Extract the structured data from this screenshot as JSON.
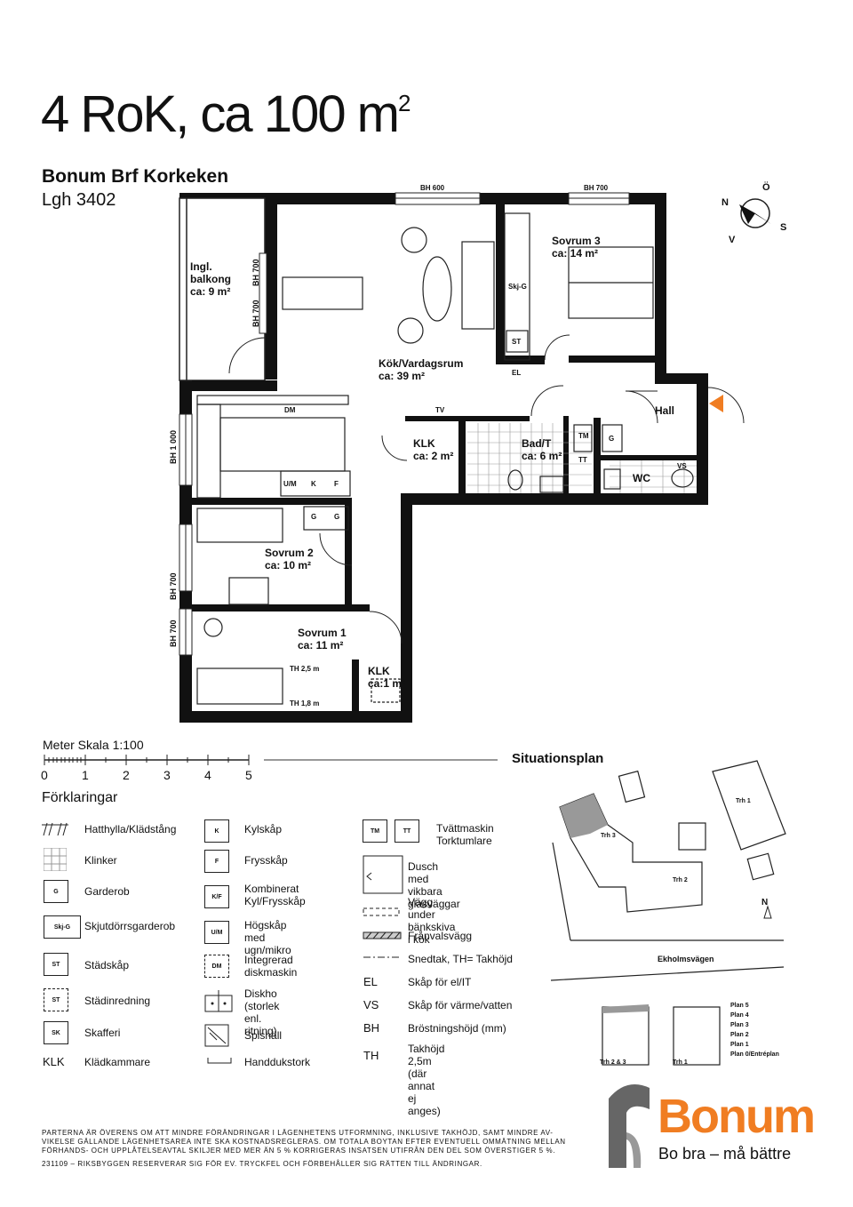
{
  "header": {
    "title_main": "4 RoK, ca 100 m",
    "title_sup": "2",
    "project": "Bonum Brf Korkeken",
    "apartment": "Lgh 3402"
  },
  "plan": {
    "rooms": {
      "balcony_1": "Ingl.",
      "balcony_2": "balkong",
      "balcony_3": "ca: 9 m²",
      "kitchen_1": "Kök/Vardagsrum",
      "kitchen_2": "ca: 39 m²",
      "bed3_1": "Sovrum 3",
      "bed3_2": "ca: 14 m²",
      "hall": "Hall",
      "klk_big_1": "KLK",
      "klk_big_2": "ca: 2 m²",
      "bath_1": "Bad/T",
      "bath_2": "ca: 6 m²",
      "wc": "WC",
      "bed2_1": "Sovrum 2",
      "bed2_2": "ca: 10 m²",
      "bed1_1": "Sovrum 1",
      "bed1_2": "ca: 11 m²",
      "klk_small_1": "KLK",
      "klk_small_2": "ca:1 m²"
    },
    "labels": {
      "bh600": "BH 600",
      "bh700_top": "BH 700",
      "bh700_bal_a": "BH 700",
      "bh700_bal_b": "BH 700",
      "bh1000": "BH 1 000",
      "bh700_bed2": "BH 700",
      "bh700_bed1": "BH 700",
      "skj_g": "Skj-G",
      "st": "ST",
      "el": "EL",
      "tv": "TV",
      "dm": "DM",
      "um": "U/M",
      "k": "K",
      "f": "F",
      "g1": "G",
      "g2": "G",
      "g_bath": "G",
      "tm": "TM",
      "tt": "TT",
      "vs": "VS",
      "th25": "TH 2,5 m",
      "th18": "TH 1,8 m"
    },
    "compass": {
      "n": "N",
      "o": "Ö",
      "s": "S",
      "v": "V"
    }
  },
  "scale": {
    "label": "Meter   Skala 1:100",
    "ticks": [
      "0",
      "1",
      "2",
      "3",
      "4",
      "5"
    ]
  },
  "situation": {
    "title": "Situationsplan",
    "street": "Ekholmsvägen",
    "trh1": "Trh 1",
    "trh2": "Trh 2",
    "trh3": "Trh 3",
    "north": "N",
    "section_labels": [
      "Plan 5",
      "Plan 4",
      "Plan 3",
      "Plan 2",
      "Plan 1",
      "Plan 0/Entréplan"
    ],
    "section_trh23": "Trh 2 & 3",
    "section_trh1": "Trh 1"
  },
  "legend": {
    "title": "Förklaringar",
    "col1": [
      {
        "box": "",
        "text": "Hatthylla/Klädstång"
      },
      {
        "box": "",
        "text": "Klinker"
      },
      {
        "box": "G",
        "text": "Garderob"
      },
      {
        "box": "Skj-G",
        "text": "Skjutdörrsgarderob"
      },
      {
        "box": "ST",
        "text": "Städskåp"
      },
      {
        "box": "ST",
        "text": "Städinredning"
      },
      {
        "box": "SK",
        "text": "Skafferi"
      },
      {
        "box": "KLK",
        "text": "Klädkammare"
      }
    ],
    "col2": [
      {
        "box": "K",
        "text": "Kylskåp"
      },
      {
        "box": "F",
        "text": "Frysskåp"
      },
      {
        "box": "K/F",
        "text": "Kombinerat\nKyl/Frysskåp"
      },
      {
        "box": "U/M",
        "text": "Högskåp med\nugn/mikro"
      },
      {
        "box": "DM",
        "text": "Integrerad\ndiskmaskin"
      },
      {
        "box": "",
        "text": "Diskho\n(storlek enl. ritning)"
      },
      {
        "box": "",
        "text": "Spishäll"
      },
      {
        "box": "",
        "text": "Handdukstork"
      }
    ],
    "col3": [
      {
        "box": "TM",
        "box2": "TT",
        "text": "Tvättmaskin\nTorktumlare"
      },
      {
        "box": "",
        "text": "Dusch med vikbara\nglasväggar"
      },
      {
        "box": "",
        "text": "Vägg under\nbänkskiva i kök"
      },
      {
        "box": "",
        "text": "Frånvalsvägg"
      },
      {
        "box": "",
        "text": "Snedtak, TH= Takhöjd"
      },
      {
        "box": "EL",
        "text": "Skåp för el/IT"
      },
      {
        "box": "VS",
        "text": "Skåp för värme/vatten"
      },
      {
        "box": "BH",
        "text": "Bröstningshöjd (mm)"
      },
      {
        "box": "TH",
        "text": "Takhöjd 2,5m\n(där annat ej anges)"
      }
    ]
  },
  "footer": {
    "disclaimer_1": "PARTERNA ÄR ÖVERENS OM ATT MINDRE FÖRÄNDRINGAR I LÄGENHETENS UTFORMNING, INKLUSIVE TAKHÖJD, SAMT MINDRE AV-VIKELSE GÄLLANDE LÄGENHETSAREA INTE SKA KOSTNADSREGLERAS. OM TOTALA BOYTAN EFTER EVENTUELL OMMÄTNING MELLAN FÖRHANDS- OCH UPPLÅTELSEAVTAL SKILJER MED MER ÄN 5 % KORRIGERAS INSATSEN UTIFRÅN DEN DEL SOM ÖVERSTIGER 5 %.",
    "disclaimer_2": "231109 – RIKSBYGGEN RESERVERAR SIG FÖR EV. TRYCKFEL OCH FÖRBEHÅLLER SIG RÄTTEN TILL ÄNDRINGAR.",
    "brand": "Bonum",
    "slogan": "Bo bra – må bättre",
    "brand_color": "#f07d22"
  }
}
